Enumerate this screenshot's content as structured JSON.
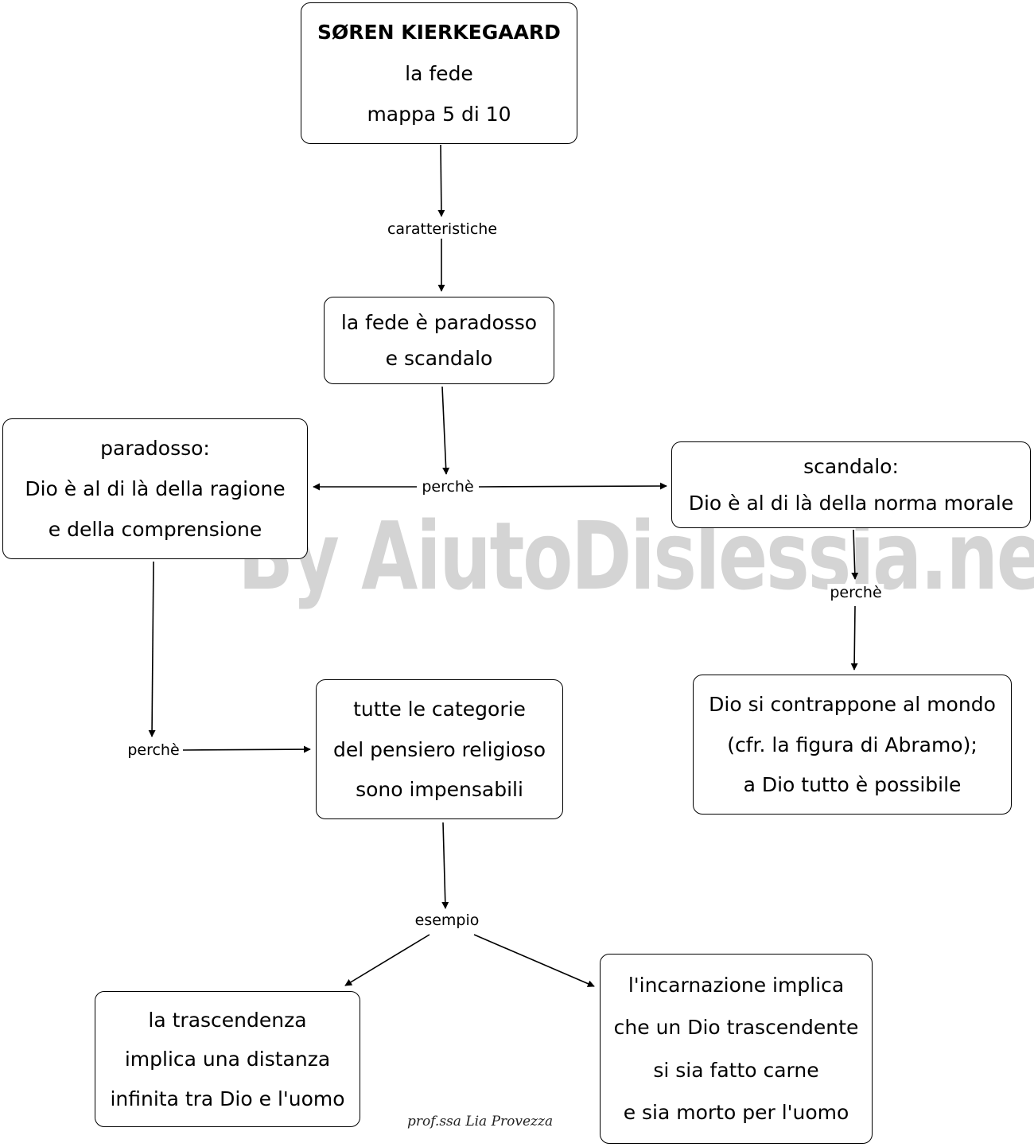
{
  "nodes": {
    "title": {
      "lines": [
        "SØREN KIERKEGAARD",
        "la fede",
        "mappa 5 di 10"
      ]
    },
    "paradox_scandal": {
      "lines": [
        "la fede è paradosso",
        "e scandalo"
      ]
    },
    "paradox": {
      "lines": [
        "paradosso:",
        "Dio è al di là  della ragione",
        "e della comprensione"
      ]
    },
    "scandal": {
      "lines": [
        "scandalo:",
        "Dio è al di là della norma morale"
      ]
    },
    "opposes": {
      "lines": [
        "Dio si contrappone al mondo",
        "(cfr. la figura di Abramo);",
        "a Dio tutto è possibile"
      ]
    },
    "categories": {
      "lines": [
        "tutte le categorie",
        "del pensiero religioso",
        "sono impensabili"
      ]
    },
    "transcendence": {
      "lines": [
        "la trascendenza",
        "implica una distanza",
        "infinita tra Dio e l'uomo"
      ]
    },
    "incarnation": {
      "lines": [
        "l'incarnazione implica",
        "che un Dio trascendente",
        "si sia fatto carne",
        "e sia morto per l'uomo"
      ]
    }
  },
  "links": {
    "caratteristiche": "caratteristiche",
    "perche_center": "perchè",
    "perche_right": "perchè",
    "perche_left": "perchè",
    "esempio": "esempio"
  },
  "watermark": "By AiutoDislessia.net",
  "signature": "prof.ssa Lia Provezza"
}
